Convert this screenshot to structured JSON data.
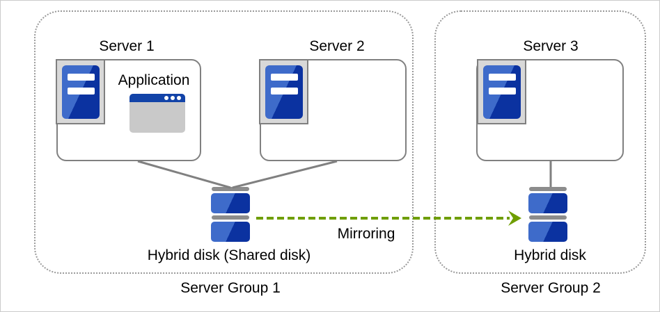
{
  "diagram": {
    "groups": [
      {
        "label": "Server Group 1"
      },
      {
        "label": "Server Group 2"
      }
    ],
    "servers": [
      {
        "label": "Server 1"
      },
      {
        "label": "Server 2"
      },
      {
        "label": "Server 3"
      }
    ],
    "application": {
      "label": "Application"
    },
    "disks": [
      {
        "label": "Hybrid disk (Shared disk)"
      },
      {
        "label": "Hybrid disk"
      }
    ],
    "mirroring": {
      "label": "Mirroring"
    },
    "icons": {
      "server": "tower-server-icon",
      "application": "application-window-icon",
      "disk": "hybrid-disk-icon",
      "arrow": "mirroring-arrow-icon"
    },
    "colors": {
      "blue_light": "#3E6BCA",
      "blue_dark": "#0B32A0",
      "green": "#6F9E00",
      "gray_line": "#808080",
      "gray_dotted": "#999999",
      "frame_fill": "#D8D8D8",
      "frame_border": "#7F7F7F",
      "app_title_blue": "#1243A8",
      "app_body_gray": "#C9C9C9",
      "disk_cap_gray": "#8C8C8C",
      "text_color": "#000000"
    }
  }
}
